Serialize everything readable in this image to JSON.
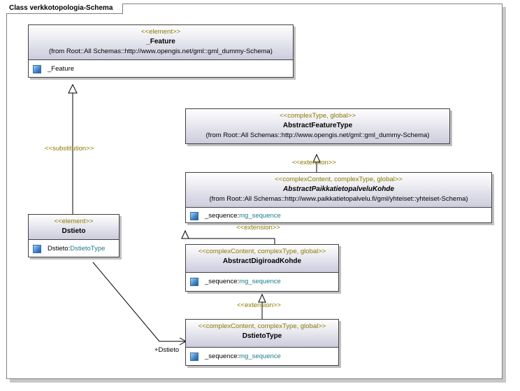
{
  "diagram": {
    "title": "Class verkkotopologia-Schema"
  },
  "classes": {
    "feature": {
      "stereotype": "<<element>>",
      "name": "_Feature",
      "from": "(from Root::All Schemas::http://www.opengis.net/gml::gml_dummy-Schema)",
      "attr_name": "_Feature",
      "attr_type": ""
    },
    "abstract_feature_type": {
      "stereotype": "<<complexType, global>>",
      "name": "AbstractFeatureType",
      "from": "(from Root::All Schemas::http://www.opengis.net/gml::gml_dummy-Schema)"
    },
    "abstract_paikkatieto": {
      "stereotype": "<<complexContent, complexType, global>>",
      "name": "AbstractPaikkatietopalveluKohde",
      "from": "(from Root::All Schemas::http://www.paikkatietopalvelu.fi/gml/yhteiset::yhteiset-Schema)",
      "attr_name": "_sequence:",
      "attr_type": "mg_sequence"
    },
    "dstieto": {
      "stereotype": "<<element>>",
      "name": "Dstieto",
      "attr_name": "Dstieto:",
      "attr_type": "DstietoType"
    },
    "abstract_digiroad": {
      "stereotype": "<<complexContent, complexType, global>>",
      "name": "AbstractDigiroadKohde",
      "attr_name": "_sequence:",
      "attr_type": "mg_sequence"
    },
    "dstieto_type": {
      "stereotype": "<<complexContent, complexType, global>>",
      "name": "DstietoType",
      "attr_name": "_sequence:",
      "attr_type": "mg_sequence"
    }
  },
  "relations": {
    "substitution_label": "<<substitution>>",
    "extension_label_1": "<<extension>>",
    "extension_label_2": "<<extension>>",
    "extension_label_3": "<<extension>>",
    "association_role": "+Dstieto"
  },
  "colors": {
    "stereotype": "#8a7a00",
    "type_link": "#1d7b8c",
    "header_gradient_bottom": "#ccccdd",
    "border": "#404040"
  }
}
